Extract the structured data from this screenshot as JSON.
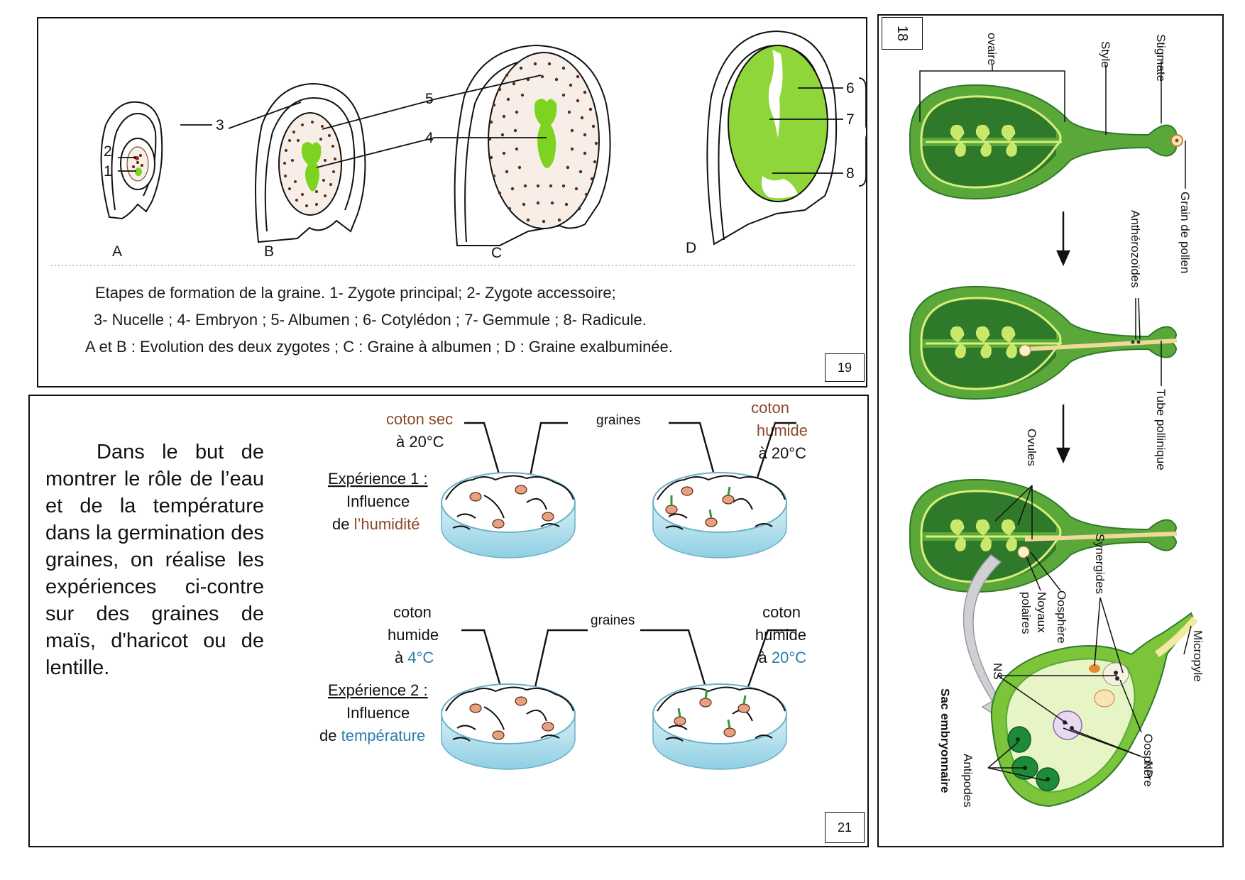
{
  "panel19": {
    "number": "19",
    "stage_labels": [
      "A",
      "B",
      "C",
      "D"
    ],
    "callouts": [
      "1",
      "2",
      "3",
      "4",
      "5",
      "6",
      "7",
      "8"
    ],
    "caption": [
      "Etapes de formation de la graine. 1- Zygote principal; 2- Zygote accessoire;",
      "3- Nucelle ; 4- Embryon ; 5- Albumen ; 6- Cotylédon ; 7- Gemmule ; 8- Radicule.",
      "A et B : Evolution des deux zygotes  ; C : Graine à albumen ; D : Graine exalbuminée."
    ]
  },
  "panel21": {
    "number": "21",
    "intro": "Dans le but de montrer le rôle de l’eau et de la température dans la germination des graines, on réalise les expériences ci-contre sur des graines de maïs, d'haricot ou de lentille.",
    "exp1": {
      "left_cond_1": "coton sec",
      "left_cond_2": "à 20°C",
      "graines": "graines",
      "right_cond_1": "coton",
      "right_cond_2": "humide",
      "right_cond_3": "à 20°C",
      "title": "Expérience 1 :",
      "line2": "Influence",
      "line3_prefix": "de ",
      "line3_colored": "l’humidité"
    },
    "exp2": {
      "left_cond_1": "coton",
      "left_cond_2": "humide",
      "left_cond_3_prefix": "à ",
      "left_cond_3_colored": "4°C",
      "graines": "graines",
      "right_cond_1": "coton",
      "right_cond_2": "humide",
      "right_cond_3_prefix": "à ",
      "right_cond_3_colored": "20°C",
      "title": "Expérience 2 :",
      "line2": "Influence",
      "line3_prefix": "de ",
      "line3_colored": "température"
    },
    "colors": {
      "brown": "#8a4a2a",
      "blue": "#2b7fa8"
    }
  },
  "panel18": {
    "number": "18",
    "labels": {
      "ovaire": "ovaire",
      "style": "Style",
      "stigmate": "Stigmate",
      "grain_pollen": "Grain de pollen",
      "antherozoides": "Anthérozoïdes",
      "tube": "Tube pollinique",
      "ovules": "Ovules",
      "noyaux": "Noyaux",
      "polaires": "polaires",
      "oosphere": "Oosphère",
      "synergides": "Synergides",
      "ns": "NS",
      "micropyle": "Micropyle",
      "oosphere2": "Oosphère",
      "sac": "Sac embryonnaire",
      "antipodes": "Antipodes",
      "np": "NP"
    },
    "colors": {
      "dark_green": "#2f7a2a",
      "mid_green": "#5aa83a",
      "light_green": "#c9e86a",
      "yellow": "#f3e9a0"
    }
  }
}
